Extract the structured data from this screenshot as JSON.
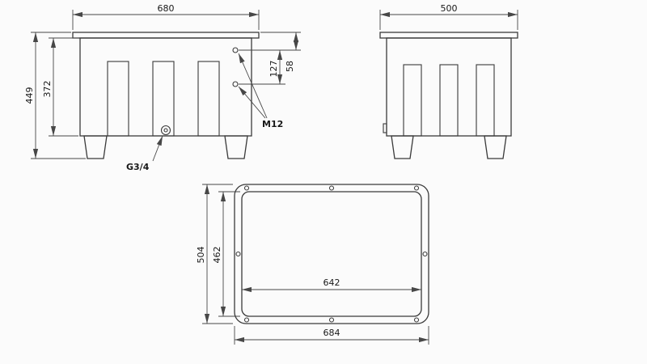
{
  "drawing": {
    "front_view": {
      "dim_width": "680",
      "dim_total_height": "449",
      "dim_body_height": "372",
      "dim_bolt_pitch": "127",
      "dim_bolt_offset": "58",
      "label_bolt_thread": "M12",
      "label_drain_thread": "G3/4"
    },
    "side_view": {
      "dim_width": "500"
    },
    "top_view": {
      "dim_outer_height": "504",
      "dim_inner_height": "462",
      "dim_inner_width": "642",
      "dim_outer_width": "684"
    },
    "colors": {
      "line": "#3a3a3a",
      "dimension": "#474747",
      "background": "#fbfbfb"
    }
  }
}
